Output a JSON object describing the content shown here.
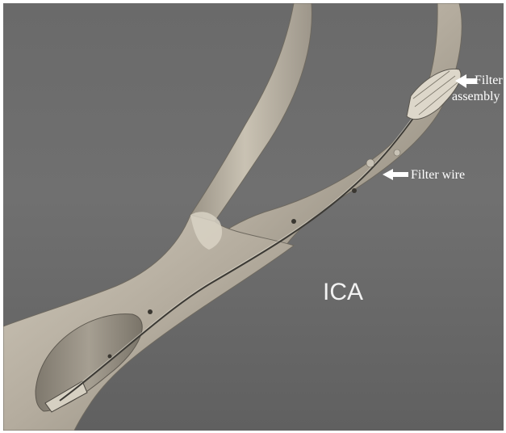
{
  "figure": {
    "labels": {
      "filter_assembly_line1": "Filter",
      "filter_assembly_line2": "assembly",
      "filter_wire": "Filter wire",
      "ica": "ICA"
    },
    "colors": {
      "background": "#6a6a6a",
      "vessel": "#b8b0a2",
      "vessel_shadow": "#8a8478",
      "label_text": "#ffffff"
    },
    "icons": {
      "filter_assembly_pointer": "arrow-left-icon",
      "filter_wire_pointer": "arrow-left-icon"
    }
  }
}
